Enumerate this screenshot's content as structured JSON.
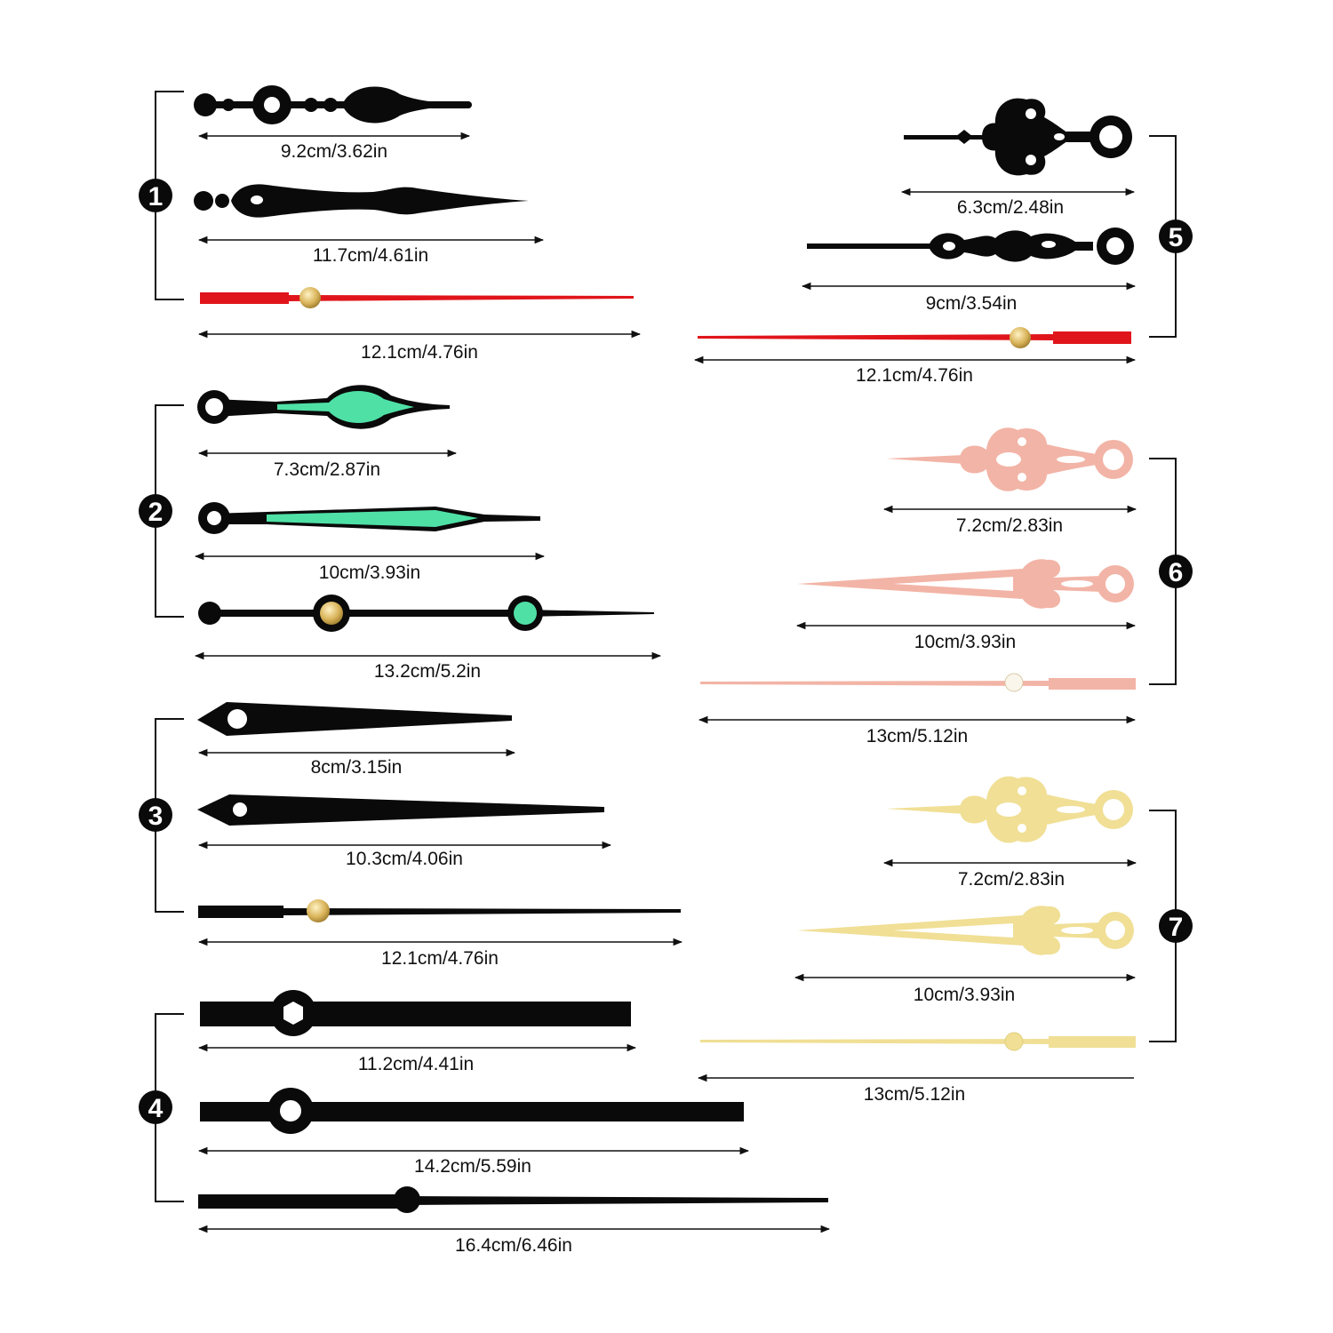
{
  "colors": {
    "black": "#0a0a0a",
    "red": "#e0151b",
    "lume": "#4fe0a6",
    "rose": "#f2b4a6",
    "gold": "#f0df95",
    "brass": "#d9b45a",
    "line": "#111111"
  },
  "groups": [
    {
      "badge": "1",
      "hands": [
        {
          "size": "9.2cm/3.62in"
        },
        {
          "size": "11.7cm/4.61in"
        },
        {
          "size": "12.1cm/4.76in"
        }
      ]
    },
    {
      "badge": "2",
      "hands": [
        {
          "size": "7.3cm/2.87in"
        },
        {
          "size": "10cm/3.93in"
        },
        {
          "size": "13.2cm/5.2in"
        }
      ]
    },
    {
      "badge": "3",
      "hands": [
        {
          "size": "8cm/3.15in"
        },
        {
          "size": "10.3cm/4.06in"
        },
        {
          "size": "12.1cm/4.76in"
        }
      ]
    },
    {
      "badge": "4",
      "hands": [
        {
          "size": "11.2cm/4.41in"
        },
        {
          "size": "14.2cm/5.59in"
        },
        {
          "size": "16.4cm/6.46in"
        }
      ]
    },
    {
      "badge": "5",
      "hands": [
        {
          "size": "6.3cm/2.48in"
        },
        {
          "size": "9cm/3.54in"
        },
        {
          "size": "12.1cm/4.76in"
        }
      ]
    },
    {
      "badge": "6",
      "hands": [
        {
          "size": "7.2cm/2.83in"
        },
        {
          "size": "10cm/3.93in"
        },
        {
          "size": "13cm/5.12in"
        }
      ]
    },
    {
      "badge": "7",
      "hands": [
        {
          "size": "7.2cm/2.83in"
        },
        {
          "size": "10cm/3.93in"
        },
        {
          "size": "13cm/5.12in"
        }
      ]
    }
  ]
}
